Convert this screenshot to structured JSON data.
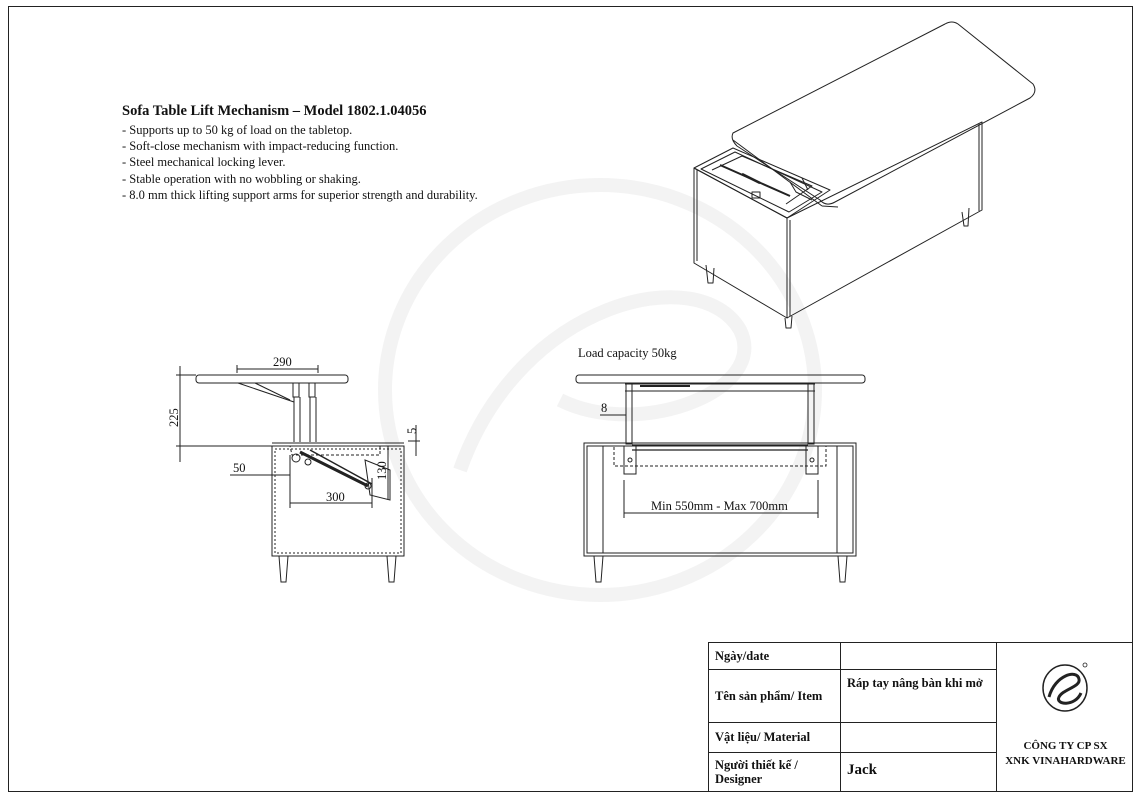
{
  "spec": {
    "title": "Sofa Table Lift Mechanism – Model 1802.1.04056",
    "features": [
      "Supports up to 50 kg of load on the tabletop.",
      "Soft-close mechanism with impact-reducing function.",
      "Steel mechanical locking lever.",
      "Stable operation with no wobbling or shaking.",
      "8.0 mm thick lifting support arms for superior strength and durability."
    ]
  },
  "side_view": {
    "dim_top_width": "290",
    "dim_lift_height": "225",
    "dim_gap": "5",
    "dim_offset": "50",
    "dim_mechanism_length": "300",
    "dim_mechanism_height": "130"
  },
  "front_view": {
    "load_label": "Load capacity 50kg",
    "dim_arm": "8",
    "dim_span": "Min 550mm - Max 700mm"
  },
  "title_block": {
    "date_label": "Ngày/date",
    "date_value": "",
    "product_label": "Tên sản phẩm/ Item",
    "product_value": "Ráp tay nâng bàn khi mở",
    "material_label": "Vật liệu/ Material",
    "material_value": "",
    "designer_label": "Người thiết kế / Designer",
    "designer_value": "Jack",
    "company_line1": "CÔNG TY CP SX",
    "company_line2": "XNK VINAHARDWARE"
  }
}
